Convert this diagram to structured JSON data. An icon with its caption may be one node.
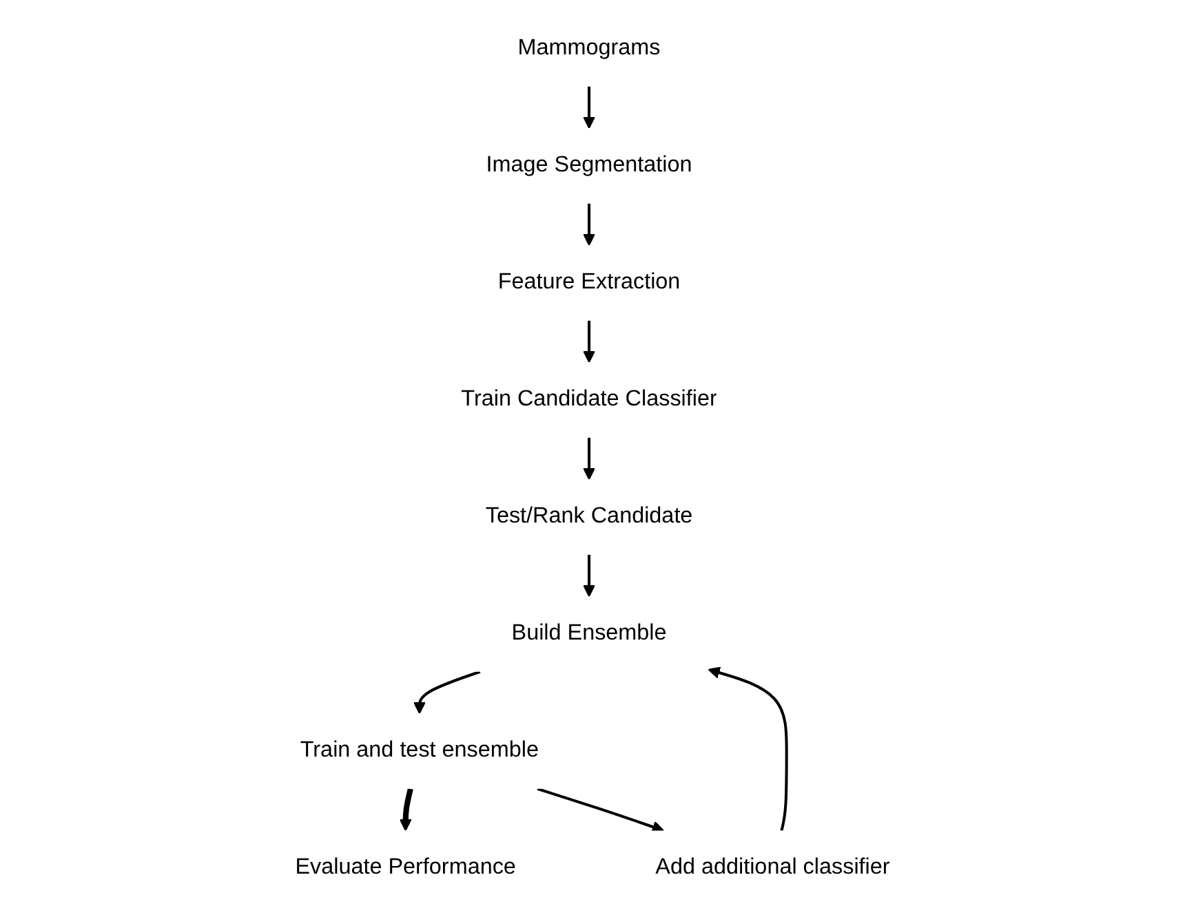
{
  "diagram": {
    "nodes": [
      {
        "text": [
          "Mammograms"
        ]
      },
      {
        "text": [
          "Image Segmentation"
        ]
      },
      {
        "text": [
          "Feature Extraction"
        ]
      },
      {
        "text": [
          "Train Candidate Classifier"
        ]
      },
      {
        "text": [
          "Test/Rank Candidate"
        ]
      },
      {
        "text": [
          "Build Ensemble"
        ]
      },
      {
        "text": [
          "Train and test ensemble"
        ]
      },
      {
        "text": [
          "Evaluate Performance"
        ]
      },
      {
        "text": [
          "Add additional classifier"
        ]
      }
    ],
    "edges": [
      {
        "from": 0,
        "to": 1,
        "arrow": "to"
      },
      {
        "from": 1,
        "to": 2,
        "arrow": "to"
      },
      {
        "from": 2,
        "to": 3,
        "arrow": "to"
      },
      {
        "from": 3,
        "to": 4,
        "arrow": "to"
      },
      {
        "from": 4,
        "to": 5,
        "arrow": "to"
      },
      {
        "from": 5,
        "to": 6,
        "arrow": "to"
      },
      {
        "from": 6,
        "to": 7,
        "arrow": "to",
        "style": "thick"
      },
      {
        "from": 6,
        "to": 8,
        "arrow": "to"
      },
      {
        "from": 8,
        "to": 5,
        "arrow": "to"
      }
    ]
  }
}
